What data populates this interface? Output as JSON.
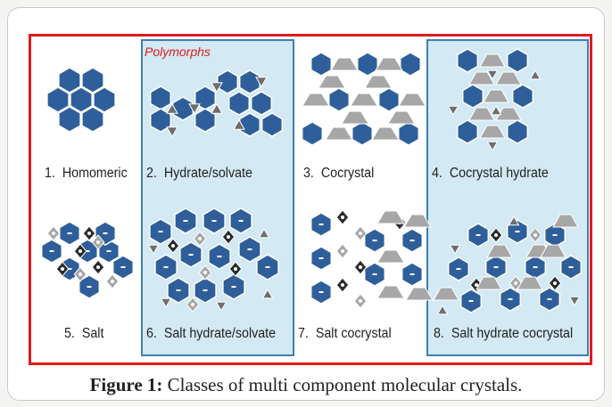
{
  "polymorphs_label": "Polymorphs",
  "classes": [
    {
      "number": "1.",
      "name": "Homomeric"
    },
    {
      "number": "2.",
      "name": "Hydrate/solvate"
    },
    {
      "number": "3.",
      "name": "Cocrystal"
    },
    {
      "number": "4.",
      "name": "Cocrystal hydrate"
    },
    {
      "number": "5.",
      "name": "Salt"
    },
    {
      "number": "6.",
      "name": "Salt hydrate/solvate"
    },
    {
      "number": "7.",
      "name": "Salt cocrystal"
    },
    {
      "number": "8.",
      "name": "Salt hydrate cocrystal"
    }
  ],
  "caption": {
    "prefix": "Figure 1:",
    "text": " Classes of multi component molecular crystals."
  },
  "colors": {
    "hexagon": "#2f5f9a",
    "coformer": "#a7a7a7",
    "solvent": "#6e6e6e",
    "ion": "#2b2b2b",
    "frame": "#e01b1b",
    "panel_fill": "#d3e9f3",
    "panel_border": "#3d7fb0"
  }
}
